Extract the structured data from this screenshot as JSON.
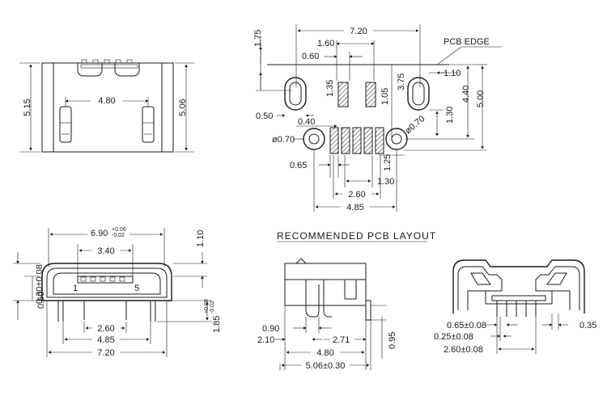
{
  "title": "RECOMMENDED PCB LAYOUT",
  "pcb_edge_label": "PCB EDGE",
  "front_view": {
    "width_label": "4.80",
    "height_left_label": "5.15",
    "height_right_label": "5.06"
  },
  "pcb_layout": {
    "top_width": "7.20",
    "d_175": "1.75",
    "d_160": "1.60",
    "d_060": "0.60",
    "d_135": "1.35",
    "d_105": "1.05",
    "d_375": "3.75",
    "d_110": "1.10",
    "d_440": "4.40",
    "d_500": "5.00",
    "d_130v": "1.30",
    "d_050": "0.50",
    "d_040": "0.40",
    "phi_left": "ø0.70",
    "phi_right": "ø0.70",
    "d_065": "0.65",
    "d_125": "1.25",
    "d_130": "1.30",
    "d_260": "2.60",
    "d_485": "4.85"
  },
  "mating_view": {
    "width_main": "6.90",
    "tol_plus": "+0.06",
    "tol_minus": "-0.02",
    "d_340": "3.40",
    "d_110": "1.10",
    "d_030": "0.30±0.08",
    "d_060": "0.60",
    "pin1": "1",
    "pin5": "5",
    "d_260": "2.60",
    "d_485": "4.85",
    "d_720": "7.20",
    "d_185": "1.85",
    "d_185_tol_plus": "+0.08",
    "d_185_tol_minus": "-0.02"
  },
  "side_view": {
    "d_090": "0.90",
    "d_210": "2.10",
    "d_271": "2.71",
    "d_480": "4.80",
    "d_506": "5.06±0.30",
    "d_095": "0.95"
  },
  "detail_view": {
    "d_065": "0.65±0.08",
    "d_035": "0.35",
    "d_025": "0.25±0.08",
    "d_260": "2.60±0.08"
  }
}
